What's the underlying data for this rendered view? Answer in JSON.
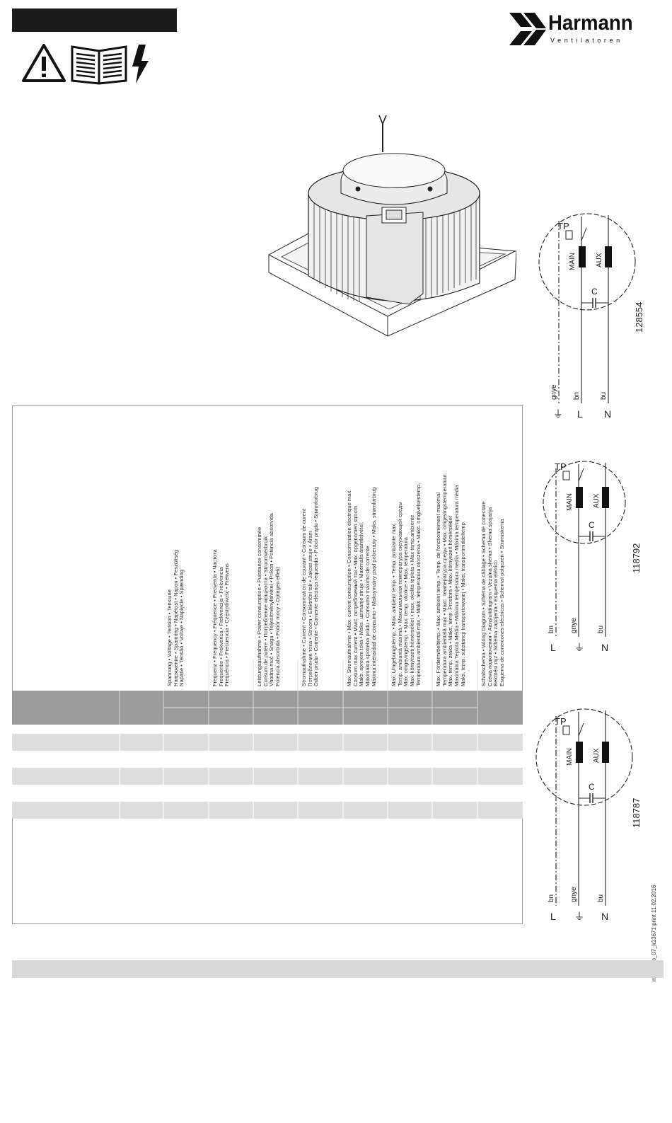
{
  "brand": {
    "name": "Harmann",
    "subtitle": "Ventilatoren"
  },
  "safety_icons": [
    "warning-icon",
    "manual-icon",
    "lightning-icon"
  ],
  "header_columns": [
    {
      "lines": [
        "Spannung • Voltage • Tension • Tensiune",
        "Напряжение • Spanning • Napětost • Napon • Feszültség",
        "Napätie • Tensão • Voltaje • Napięcie • Spænding"
      ]
    },
    {
      "lines": [
        "Frequenz • Frequency • Fréquence • Frecventa • Частота",
        "Frequentie • Frekvenca • Frekvencija • Frekvencia",
        "Frequência • Frecuencia • Częstotliwość • Frekvens"
      ]
    },
    {
      "lines": [
        "Leistungsaufnahme • Power consumption • Puissance consommée",
        "Consum de putere • Потребление мощности • Stroomverbruik",
        "Vhodna moč • Snaga • Teljesítményfelvétel • Príkon • Potencia absorvida",
        "Potencia absorbida • Pobór mocy • Optagen effekt"
      ]
    },
    {
      "lines": [
        "Stromaufnahme • Current • Consommation de courant • Consum de curent",
        "Потребление тока • Stroom • Električni tok • Jakost struje • Áram",
        "Odber prúdu • Corrente • Corriente eléctrica requerida • Pobór prądu • Strømforbrug"
      ]
    },
    {
      "lines": [
        "Max. Stromaufnahme • Max. current consumption • Consommation électrique max.",
        "Consum max current • Макс. потребляемый ток • Max. opgenomen stroom",
        "Maks. sprejem toka • Maks. uzimanje struje • Maximális áramfelvétel",
        "Maximálna spotreba prúdu • Consumo máximo de corrente",
        "Máxima intensidad de consumo • Maksymalny prąd pobierany • Maks. strømforbrug"
      ]
    },
    {
      "lines": [
        "Max. Umgebungstemp. • Max. ambient temp. • Temp. ambiante max.",
        "Temp. ambiantă maximă • Максимальная температура окружающей среды",
        "Max. omgevingstemp. • Max. temp. okolice • Max. temperatura",
        "Max. környezeti hőmérséklet • max. okolitá teplota • Máx temp.ambiente",
        "Temperatura ambiental máx. • Maks. temperatura otoczenia • Maks. omgivelsestemp."
      ]
    },
    {
      "lines": [
        "Max. Fördermitteltemp. • Max. ambient temp. • Temp. de fonctionnement maximal",
        "Temperatura ambientală max • Макс. температура среды • Max. omgevingstemperatuur.",
        "Max. temp. zraka • Maks. temp. Prostora • Max. környezeti hőmérséklet",
        "Maximálna Teplota Média • Máxima temperatura media • Máxima temperatura media",
        "Maks. temp. substancji transportowanej • Maks. transportmiddeltemp."
      ]
    },
    {
      "lines": [
        "Schaltschema • Wiring Diagram • Schéma de câblage • Schema de conectare",
        "Схема подключения • Aansluitdiagram • Vezalna shema • Shema spajanja",
        "Bekötési rajz • Schéma zapojenia • Esquema elétrico",
        "Esquema de conexiones eléctricas • Schemat połączeń • Strømskema"
      ]
    }
  ],
  "wiring": [
    {
      "id": "128554",
      "tp": "TP",
      "main": "MAIN",
      "aux": "AUX",
      "cap": "C",
      "wires": [
        "gnye",
        "bn",
        "bu"
      ],
      "terminals": [
        "⏚",
        "L",
        "N"
      ]
    },
    {
      "id": "118792",
      "tp": "TP",
      "main": "MAIN",
      "aux": "AUX",
      "cap": "C",
      "wires": [
        "bn",
        "gnye",
        "bu"
      ],
      "terminals": [
        "L",
        "⏚",
        "N"
      ]
    },
    {
      "id": "118787",
      "tp": "TP",
      "main": "MAIN",
      "aux": "AUX",
      "cap": "C",
      "wires": [
        "bn",
        "gnye",
        "bu"
      ],
      "terminals": [
        "L",
        "⏚",
        "N"
      ]
    }
  ],
  "print_info": "mdas_pb_07_k13671  print 11.02.2016"
}
